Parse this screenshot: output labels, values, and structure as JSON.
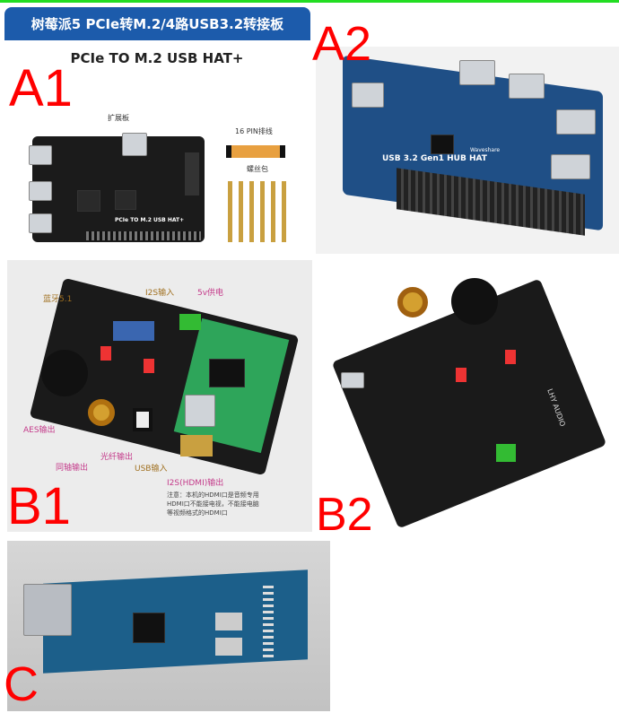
{
  "banner": {
    "title": "树莓派5 PCIe转M.2/4路USB3.2转接板"
  },
  "panel_a1": {
    "label": "A1",
    "subtitle": "PCIe TO M.2 USB HAT+",
    "board_caption": "扩展板",
    "cable_caption": "16 PIN排线",
    "screws_caption": "螺丝包",
    "silkscreen": "PCIe TO M.2 USB HAT+"
  },
  "panel_a2": {
    "label": "A2",
    "silkscreen": "USB 3.2 Gen1 HUB HAT",
    "brand": "Waveshare"
  },
  "panel_b1": {
    "label": "B1",
    "callouts": {
      "bluetooth": "蓝牙5.1",
      "i2s_in": "I2S输入",
      "power": "5v供电",
      "aes_out": "AES输出",
      "coax_out": "同轴输出",
      "optical_out": "光纤输出",
      "usb_in": "USB输入",
      "i2s_hdmi_out": "I2S(HDMI)输出"
    },
    "note": [
      "注意：本机的HDMI口是音频专用",
      "HDMI口不能接电视，不能接电脑",
      "等视频格式的HDMI口"
    ]
  },
  "panel_b2": {
    "label": "B2",
    "silkscreen": "LHY AUDIO"
  },
  "panel_c": {
    "label": "C"
  }
}
